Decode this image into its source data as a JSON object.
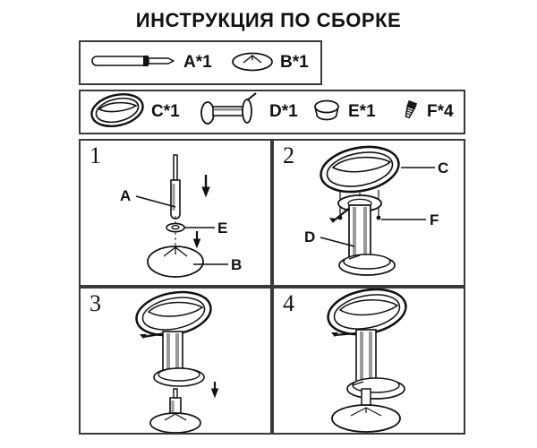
{
  "document": {
    "title": "ИНСТРУКЦИЯ ПО СБОРКЕ",
    "type": "assembly-instructions",
    "product": "bar-stool",
    "colors": {
      "background": "#ffffff",
      "ink": "#111111",
      "border": "#3a3a3a",
      "shading": "#8a8a8a"
    }
  },
  "legend": {
    "rows": [
      {
        "id": "legend-row-1",
        "items": [
          {
            "code": "A",
            "label": "A*1",
            "quantity": 1,
            "icon": "gas-cylinder-icon"
          },
          {
            "code": "B",
            "label": "B*1",
            "quantity": 1,
            "icon": "base-plate-icon"
          }
        ]
      },
      {
        "id": "legend-row-2",
        "items": [
          {
            "code": "C",
            "label": "C*1",
            "quantity": 1,
            "icon": "seat-icon"
          },
          {
            "code": "D",
            "label": "D*1",
            "quantity": 1,
            "icon": "column-footrest-icon"
          },
          {
            "code": "E",
            "label": "E*1",
            "quantity": 1,
            "icon": "ring-cover-icon"
          },
          {
            "code": "F",
            "label": "F*4",
            "quantity": 4,
            "icon": "screw-icon"
          }
        ]
      }
    ]
  },
  "steps": [
    {
      "number": "1",
      "callouts": [
        {
          "code": "A",
          "label": "A"
        },
        {
          "code": "E",
          "label": "E"
        },
        {
          "code": "B",
          "label": "B"
        }
      ]
    },
    {
      "number": "2",
      "callouts": [
        {
          "code": "C",
          "label": "C"
        },
        {
          "code": "F",
          "label": "F"
        },
        {
          "code": "D",
          "label": "D"
        }
      ]
    },
    {
      "number": "3",
      "callouts": []
    },
    {
      "number": "4",
      "callouts": []
    }
  ]
}
